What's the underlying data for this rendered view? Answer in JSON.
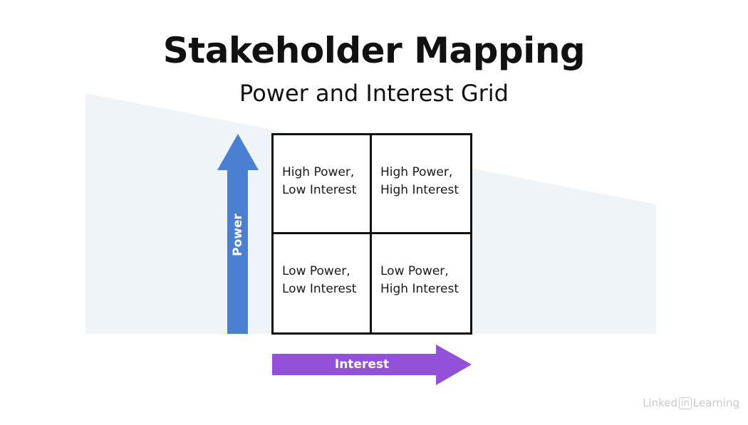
{
  "title": "Stakeholder Mapping",
  "subtitle": "Power and Interest Grid",
  "colors": {
    "wedge": "#eef4f7",
    "power_arrow": "#4a7fd1",
    "interest_arrow": "#9350d8",
    "grid_border": "#111111"
  },
  "axes": {
    "power_label": "Power",
    "interest_label": "Interest"
  },
  "grid": {
    "top_left": [
      "High Power,",
      "Low Interest"
    ],
    "top_right": [
      "High Power,",
      "High Interest"
    ],
    "bottom_left": [
      "Low Power,",
      "Low Interest"
    ],
    "bottom_right": [
      "Low Power,",
      "High Interest"
    ]
  },
  "watermark": {
    "prefix": "Linked",
    "badge": "in",
    "suffix": "Learning"
  }
}
